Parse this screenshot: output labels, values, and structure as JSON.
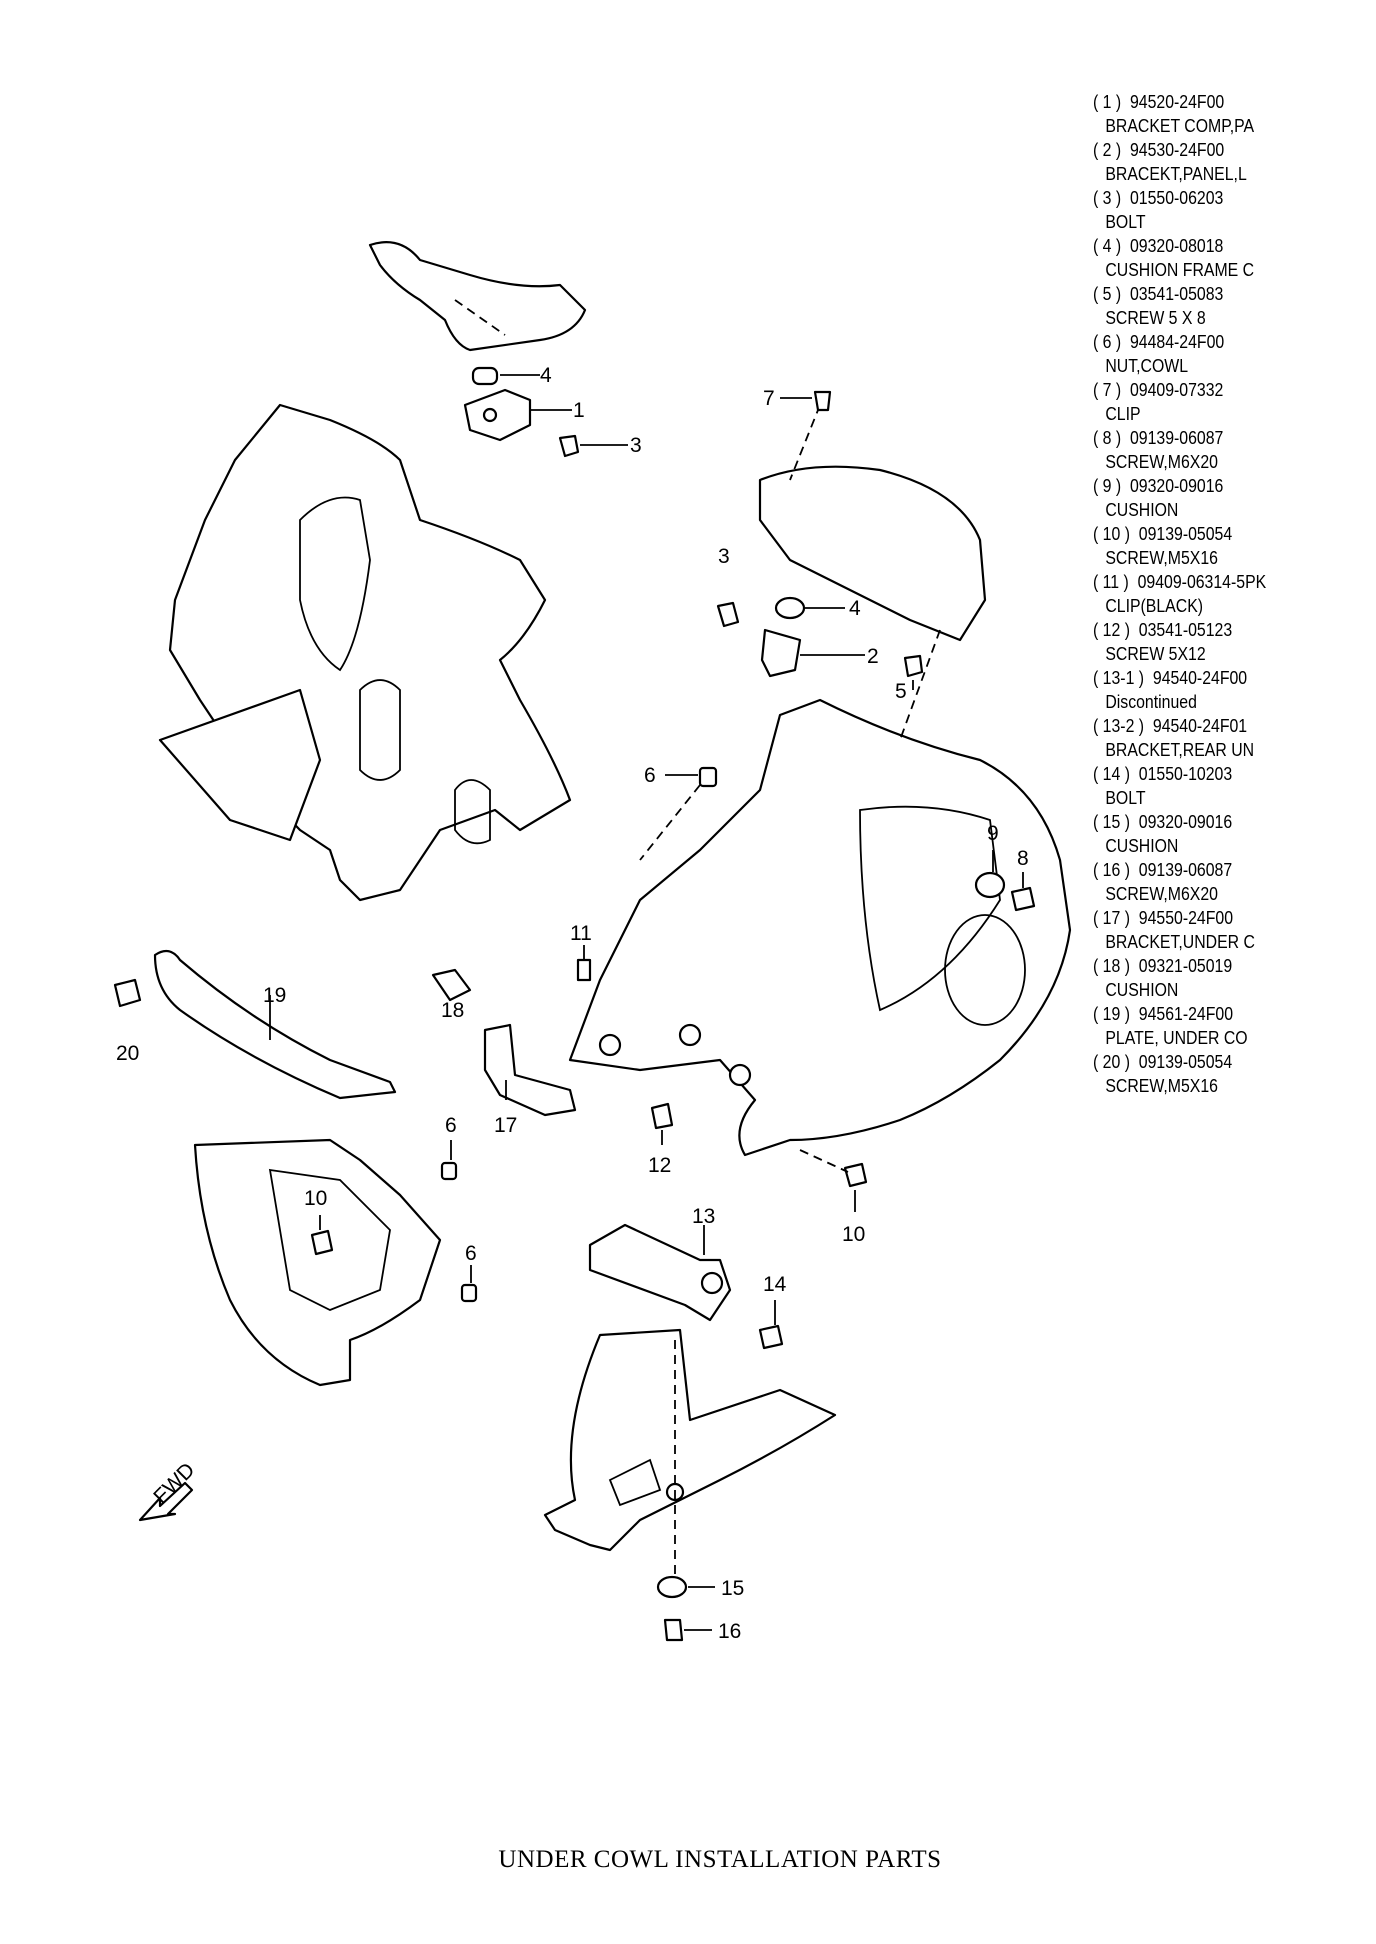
{
  "parts": [
    {
      "ref": "( 1 )",
      "number": "94520-24F00",
      "name": "BRACKET COMP,PA"
    },
    {
      "ref": "( 2 )",
      "number": "94530-24F00",
      "name": "BRACEKT,PANEL,L"
    },
    {
      "ref": "( 3 )",
      "number": "01550-06203",
      "name": "BOLT"
    },
    {
      "ref": "( 4 )",
      "number": "09320-08018",
      "name": "CUSHION FRAME C"
    },
    {
      "ref": "( 5 )",
      "number": "03541-05083",
      "name": "SCREW 5 X 8"
    },
    {
      "ref": "( 6 )",
      "number": "94484-24F00",
      "name": "NUT,COWL"
    },
    {
      "ref": "( 7 )",
      "number": "09409-07332",
      "name": "CLIP"
    },
    {
      "ref": "( 8 )",
      "number": "09139-06087",
      "name": "SCREW,M6X20"
    },
    {
      "ref": "( 9 )",
      "number": "09320-09016",
      "name": "CUSHION"
    },
    {
      "ref": "( 10 )",
      "number": "09139-05054",
      "name": "SCREW,M5X16"
    },
    {
      "ref": "( 11 )",
      "number": "09409-06314-5PK",
      "name": "CLIP(BLACK)"
    },
    {
      "ref": "( 12 )",
      "number": "03541-05123",
      "name": "SCREW 5X12"
    },
    {
      "ref": "( 13-1 )",
      "number": "94540-24F00",
      "name": "Discontinued"
    },
    {
      "ref": "( 13-2 )",
      "number": "94540-24F01",
      "name": "BRACKET,REAR UN"
    },
    {
      "ref": "( 14 )",
      "number": "01550-10203",
      "name": "BOLT"
    },
    {
      "ref": "( 15 )",
      "number": "09320-09016",
      "name": "CUSHION"
    },
    {
      "ref": "( 16 )",
      "number": "09139-06087",
      "name": "SCREW,M6X20"
    },
    {
      "ref": "( 17 )",
      "number": "94550-24F00",
      "name": "BRACKET,UNDER C"
    },
    {
      "ref": "( 18 )",
      "number": "09321-05019",
      "name": "CUSHION"
    },
    {
      "ref": "( 19 )",
      "number": "94561-24F00",
      "name": "PLATE, UNDER CO"
    },
    {
      "ref": "( 20 )",
      "number": "09139-05054",
      "name": "SCREW,M5X16"
    }
  ],
  "callouts": [
    "4",
    "1",
    "3",
    "7",
    "3",
    "4",
    "2",
    "5",
    "6",
    "9",
    "8",
    "11",
    "18",
    "19",
    "20",
    "17",
    "12",
    "10",
    "6",
    "10",
    "6",
    "13",
    "14",
    "15",
    "16"
  ],
  "fwd_label": "FWD",
  "title": "UNDER COWL INSTALLATION PARTS"
}
